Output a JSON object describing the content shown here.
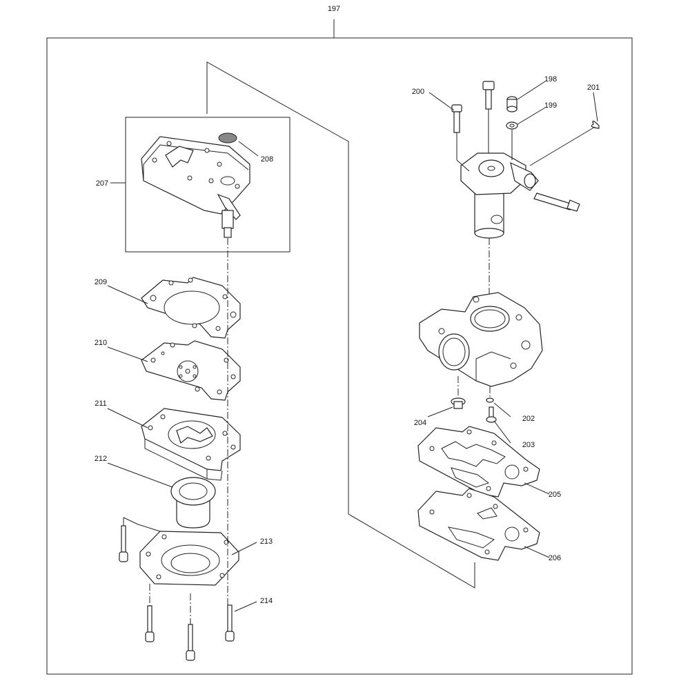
{
  "diagram": {
    "assembly_label": "197",
    "parts": {
      "p198": "198",
      "p199": "199",
      "p200": "200",
      "p201": "201",
      "p202": "202",
      "p203": "203",
      "p204": "204",
      "p205": "205",
      "p206": "206",
      "p207": "207",
      "p208": "208",
      "p209": "209",
      "p210": "210",
      "p211": "211",
      "p212": "212",
      "p213": "213",
      "p214": "214"
    }
  }
}
